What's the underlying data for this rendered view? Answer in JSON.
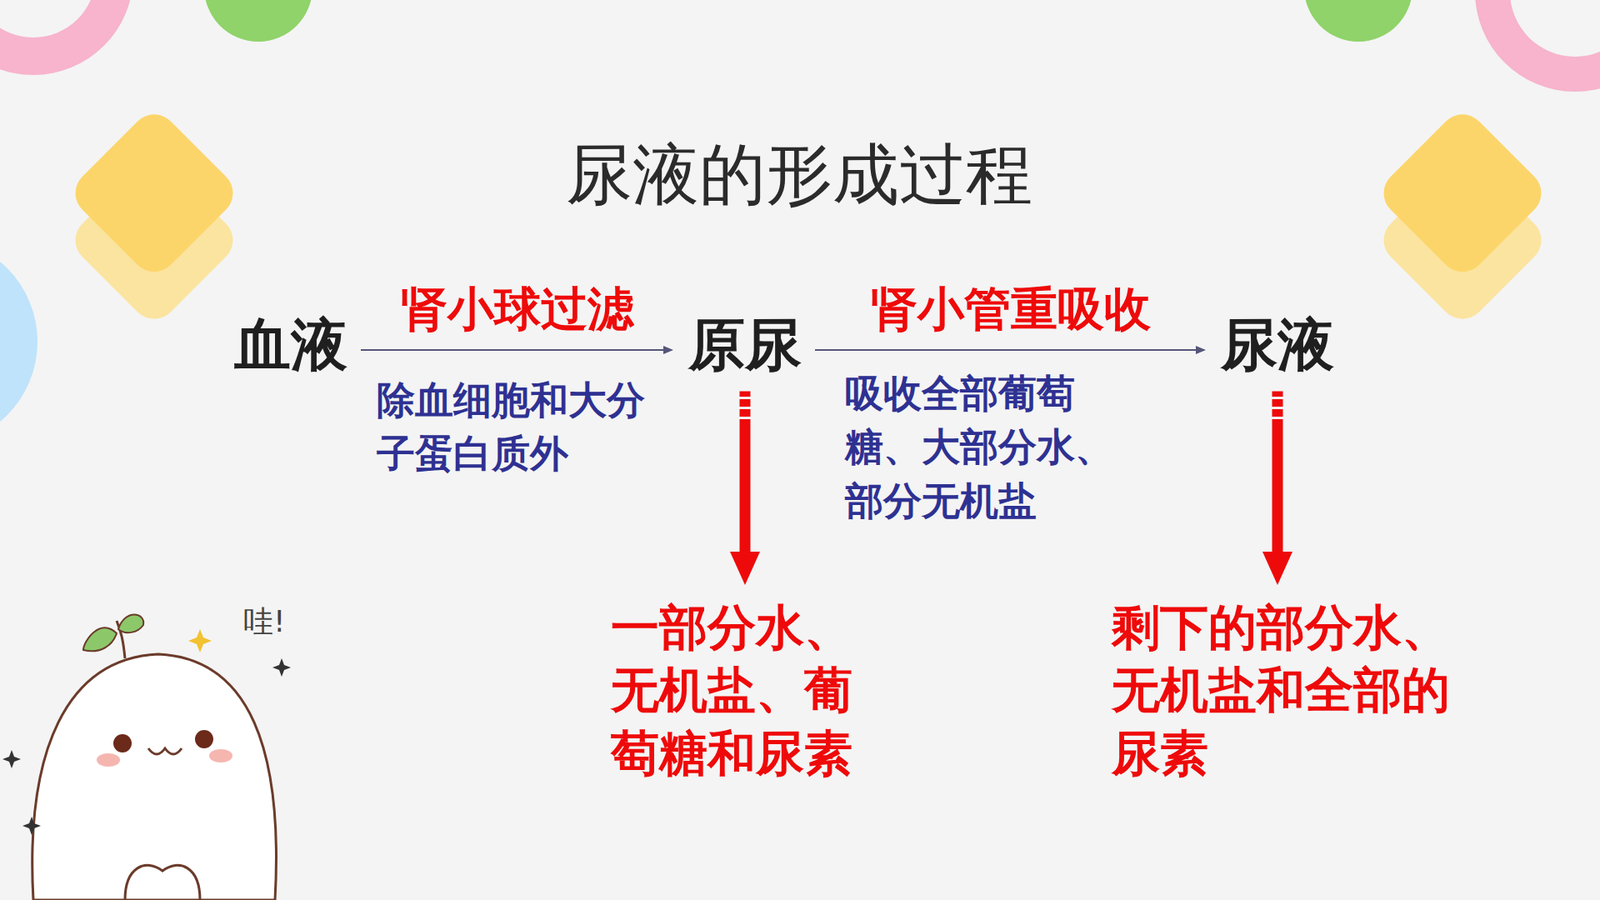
{
  "diagram": {
    "title": "尿液的形成过程",
    "nodes": [
      {
        "text": [
          "血液"
        ]
      },
      {
        "text": [
          "原尿"
        ]
      },
      {
        "text": [
          "尿液"
        ]
      },
      {
        "text": [
          "一部分水、无机盐、葡萄糖和尿素"
        ]
      },
      {
        "text": [
          "剩下的部分水、无机盐和全部的尿素"
        ]
      }
    ],
    "edges": [
      {
        "from": 0,
        "to": 1,
        "label": "肾小球过滤",
        "arrow": "to"
      },
      {
        "from": 1,
        "to": 2,
        "label": "肾小管重吸收",
        "arrow": "to"
      },
      {
        "from": 1,
        "to": 3,
        "arrow": "to"
      },
      {
        "from": 2,
        "to": 4,
        "arrow": "to"
      }
    ],
    "labels": [
      "除血细胞和大分子蛋白质外",
      "吸收全部葡萄糖、大部分水、部分无机盐",
      "哇!"
    ]
  }
}
